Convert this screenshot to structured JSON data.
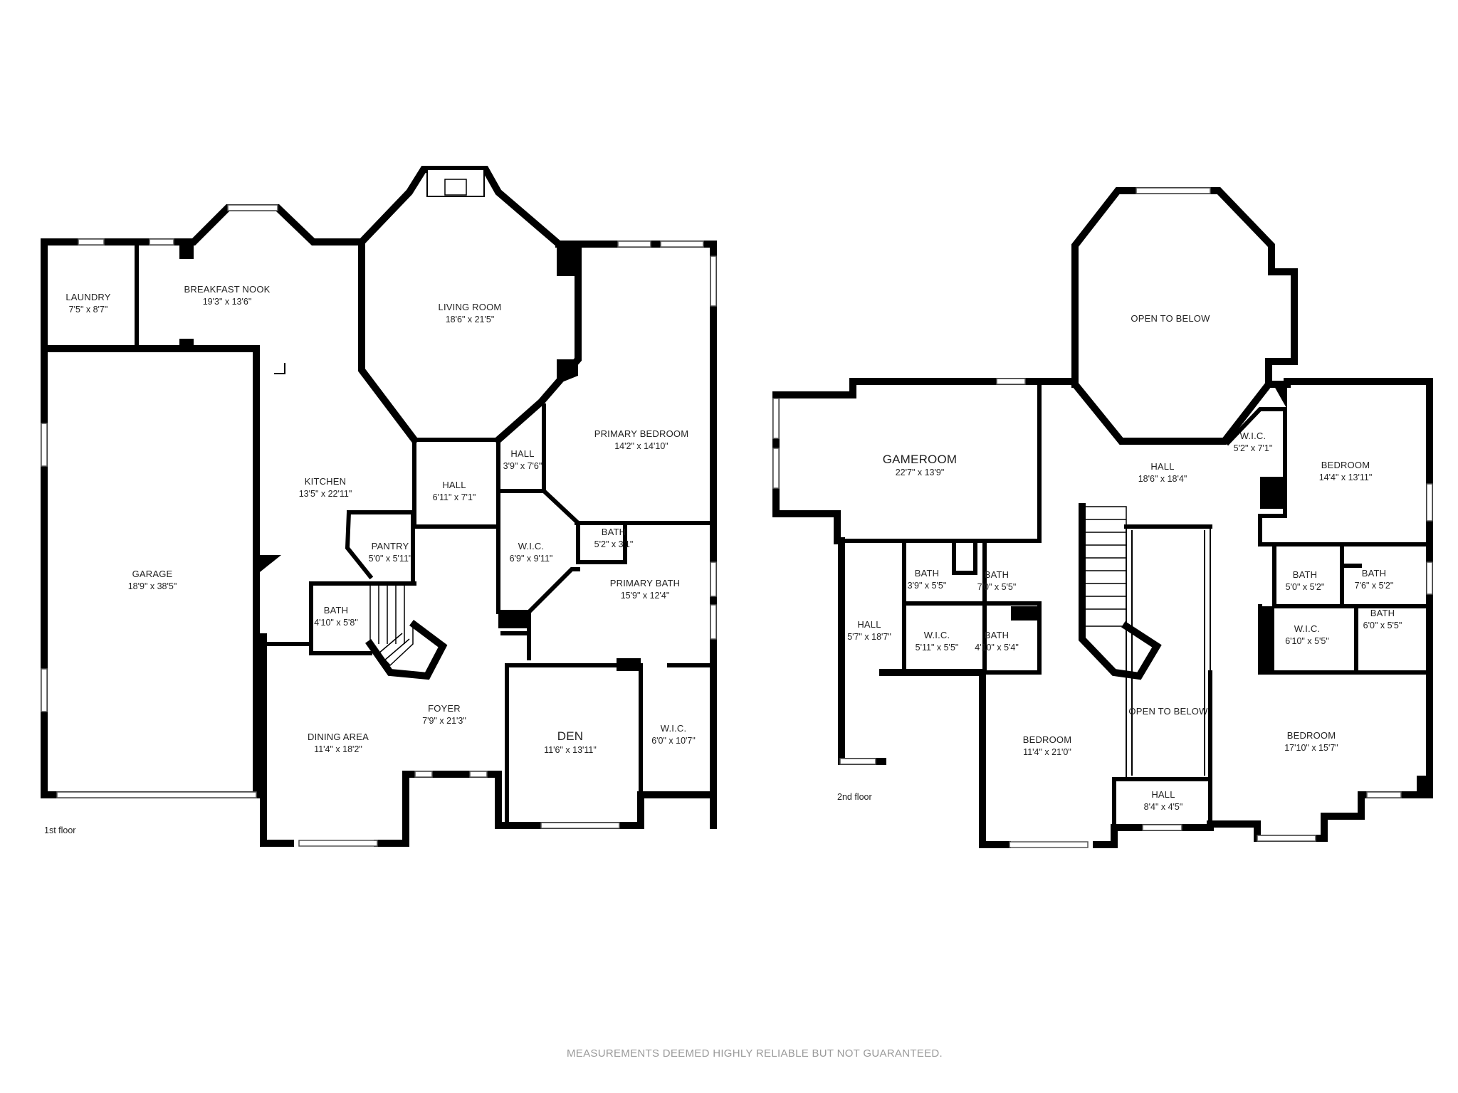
{
  "floors": [
    {
      "label": "1st floor",
      "rooms": [
        {
          "name": "LAUNDRY",
          "dim": "7'5\" x 8'7\""
        },
        {
          "name": "BREAKFAST NOOK",
          "dim": "19'3\" x 13'6\""
        },
        {
          "name": "LIVING ROOM",
          "dim": "18'6\" x 21'5\""
        },
        {
          "name": "GARAGE",
          "dim": "18'9\" x 38'5\""
        },
        {
          "name": "KITCHEN",
          "dim": "13'5\" x 22'11\""
        },
        {
          "name": "HALL",
          "dim": "6'11\" x 7'1\""
        },
        {
          "name": "HALL",
          "dim": "3'9\" x 7'6\""
        },
        {
          "name": "PRIMARY BEDROOM",
          "dim": "14'2\" x 14'10\""
        },
        {
          "name": "PANTRY",
          "dim": "5'0\" x 5'11\""
        },
        {
          "name": "W.I.C.",
          "dim": "6'9\" x 9'11\""
        },
        {
          "name": "BATH",
          "dim": "5'2\" x 3'1\""
        },
        {
          "name": "PRIMARY BATH",
          "dim": "15'9\" x 12'4\""
        },
        {
          "name": "BATH",
          "dim": "4'10\" x 5'8\""
        },
        {
          "name": "FOYER",
          "dim": "7'9\" x 21'3\""
        },
        {
          "name": "DEN",
          "dim": "11'6\" x 13'11\""
        },
        {
          "name": "W.I.C.",
          "dim": "6'0\" x 10'7\""
        },
        {
          "name": "DINING AREA",
          "dim": "11'4\" x 18'2\""
        }
      ]
    },
    {
      "label": "2nd floor",
      "rooms": [
        {
          "name": "OPEN TO BELOW",
          "dim": ""
        },
        {
          "name": "GAMEROOM",
          "dim": "22'7\" x 13'9\""
        },
        {
          "name": "HALL",
          "dim": "18'6\" x 18'4\""
        },
        {
          "name": "W.I.C.",
          "dim": "5'2\" x 7'1\""
        },
        {
          "name": "BEDROOM",
          "dim": "14'4\" x 13'11\""
        },
        {
          "name": "BATH",
          "dim": "3'9\" x 5'5\""
        },
        {
          "name": "BATH",
          "dim": "7'0\" x 5'5\""
        },
        {
          "name": "HALL",
          "dim": "5'7\" x 18'7\""
        },
        {
          "name": "W.I.C.",
          "dim": "5'11\" x 5'5\""
        },
        {
          "name": "BATH",
          "dim": "4'10\" x 5'4\""
        },
        {
          "name": "BATH",
          "dim": "5'0\" x 5'2\""
        },
        {
          "name": "BATH",
          "dim": "7'6\" x 5'2\""
        },
        {
          "name": "W.I.C.",
          "dim": "6'10\" x 5'5\""
        },
        {
          "name": "BATH",
          "dim": "6'0\" x 5'5\""
        },
        {
          "name": "OPEN TO BELOW",
          "dim": ""
        },
        {
          "name": "BEDROOM",
          "dim": "11'4\" x 21'0\""
        },
        {
          "name": "BEDROOM",
          "dim": "17'10\" x 15'7\""
        },
        {
          "name": "HALL",
          "dim": "8'4\" x 4'5\""
        }
      ]
    }
  ],
  "disclaimer": "MEASUREMENTS DEEMED HIGHLY RELIABLE BUT NOT GUARANTEED."
}
